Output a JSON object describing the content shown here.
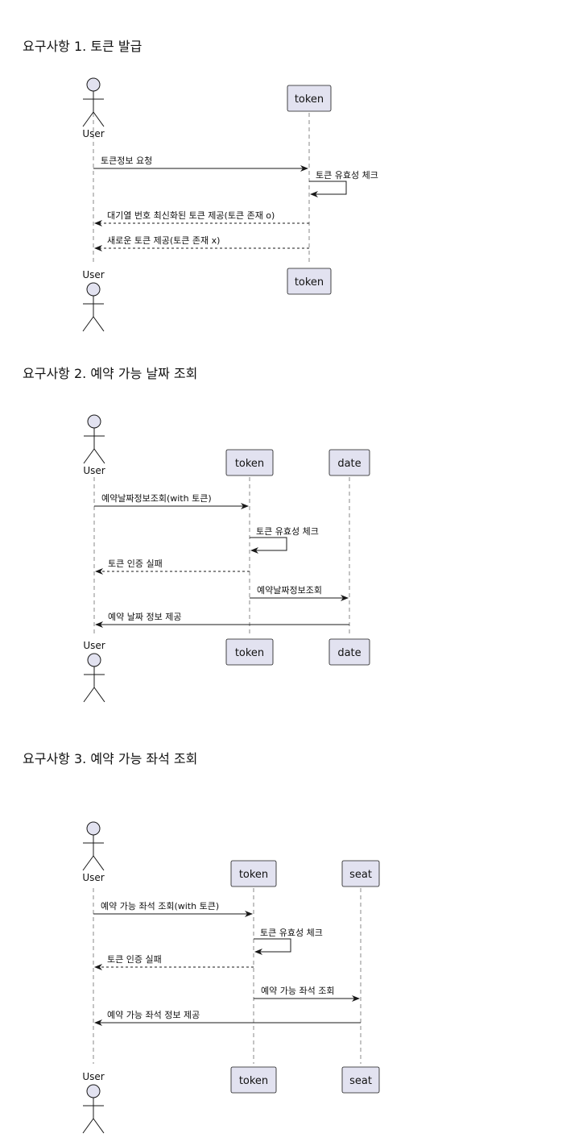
{
  "sections": [
    {
      "title": "요구사항 1. 토큰 발급",
      "participants": [
        {
          "id": "user",
          "type": "actor",
          "label": "User"
        },
        {
          "id": "token",
          "type": "box",
          "label": "token"
        }
      ],
      "messages": [
        {
          "from": "user",
          "to": "token",
          "label": "토큰정보 요청",
          "style": "solid"
        },
        {
          "from": "token",
          "to": "token",
          "label": "토큰 유효성 체크",
          "style": "self"
        },
        {
          "from": "token",
          "to": "user",
          "label": "대기열 번호 최신화된 토큰 제공(토큰 존재 o)",
          "style": "dashed"
        },
        {
          "from": "token",
          "to": "user",
          "label": "새로운 토큰 제공(토큰 존재 x)",
          "style": "dashed"
        }
      ]
    },
    {
      "title": "요구사항 2. 예약 가능 날짜 조회",
      "participants": [
        {
          "id": "user",
          "type": "actor",
          "label": "User"
        },
        {
          "id": "token",
          "type": "box",
          "label": "token"
        },
        {
          "id": "date",
          "type": "box",
          "label": "date"
        }
      ],
      "messages": [
        {
          "from": "user",
          "to": "token",
          "label": "예약날짜정보조회(with 토큰)",
          "style": "solid"
        },
        {
          "from": "token",
          "to": "token",
          "label": "토큰 유효성 체크",
          "style": "self"
        },
        {
          "from": "token",
          "to": "user",
          "label": "토큰 인증 실패",
          "style": "dashed"
        },
        {
          "from": "token",
          "to": "date",
          "label": "예약날짜정보조회",
          "style": "solid"
        },
        {
          "from": "date",
          "to": "user",
          "label": "예약 날짜 정보 제공",
          "style": "solid"
        }
      ]
    },
    {
      "title": "요구사항 3. 예약 가능 좌석 조회",
      "participants": [
        {
          "id": "user",
          "type": "actor",
          "label": "User"
        },
        {
          "id": "token",
          "type": "box",
          "label": "token"
        },
        {
          "id": "seat",
          "type": "box",
          "label": "seat"
        }
      ],
      "messages": [
        {
          "from": "user",
          "to": "token",
          "label": "예약 가능 좌석 조회(with 토큰)",
          "style": "solid"
        },
        {
          "from": "token",
          "to": "token",
          "label": "토큰 유효성 체크",
          "style": "self"
        },
        {
          "from": "token",
          "to": "user",
          "label": "토큰 인증 실패",
          "style": "dashed"
        },
        {
          "from": "token",
          "to": "seat",
          "label": "예약 가능 좌석 조회",
          "style": "solid"
        },
        {
          "from": "seat",
          "to": "user",
          "label": "예약 가능 좌석 정보 제공",
          "style": "solid"
        }
      ]
    }
  ],
  "colors": {
    "box_fill": "#e2e2f0",
    "box_stroke": "#181818",
    "line": "#181818",
    "lifeline": "#8a8a8a"
  }
}
